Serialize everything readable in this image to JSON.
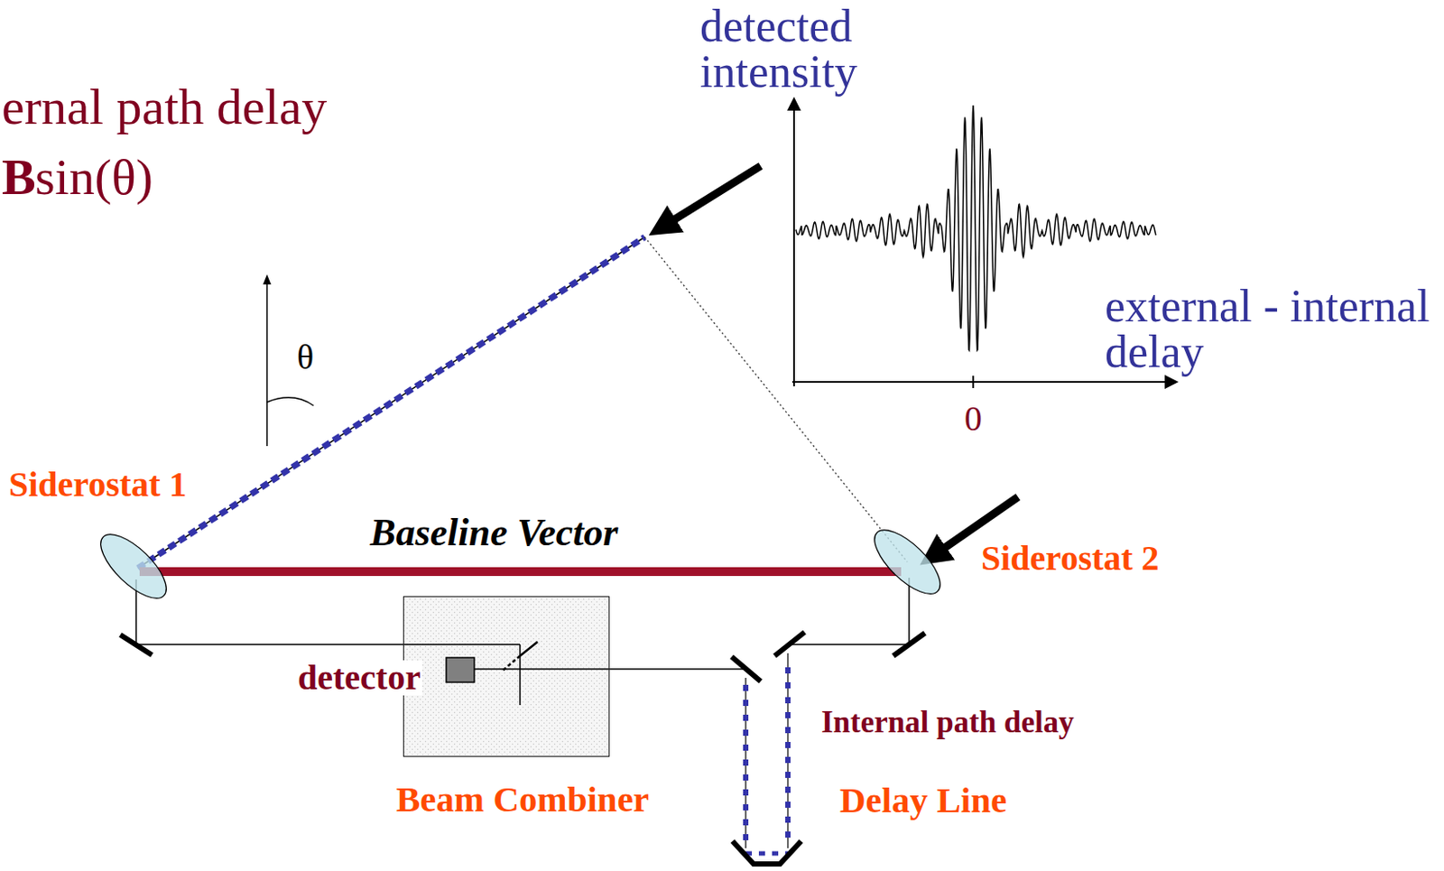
{
  "diagram": {
    "nodes": [
      {
        "text": [
          "Siderostat 1"
        ]
      },
      {
        "text": [
          "Siderostat 2"
        ]
      },
      {
        "text": [
          "detector",
          "Beam Combiner"
        ]
      }
    ],
    "edges": [
      {
        "from": 0,
        "to": 1,
        "arrow": "none",
        "label": "Baseline Vector"
      }
    ],
    "labels": [
      "ernal path delay",
      "B",
      "sin(θ)",
      "θ",
      "detected intensity",
      "external - internal delay",
      "0",
      "Internal path delay",
      "Delay Line"
    ]
  }
}
